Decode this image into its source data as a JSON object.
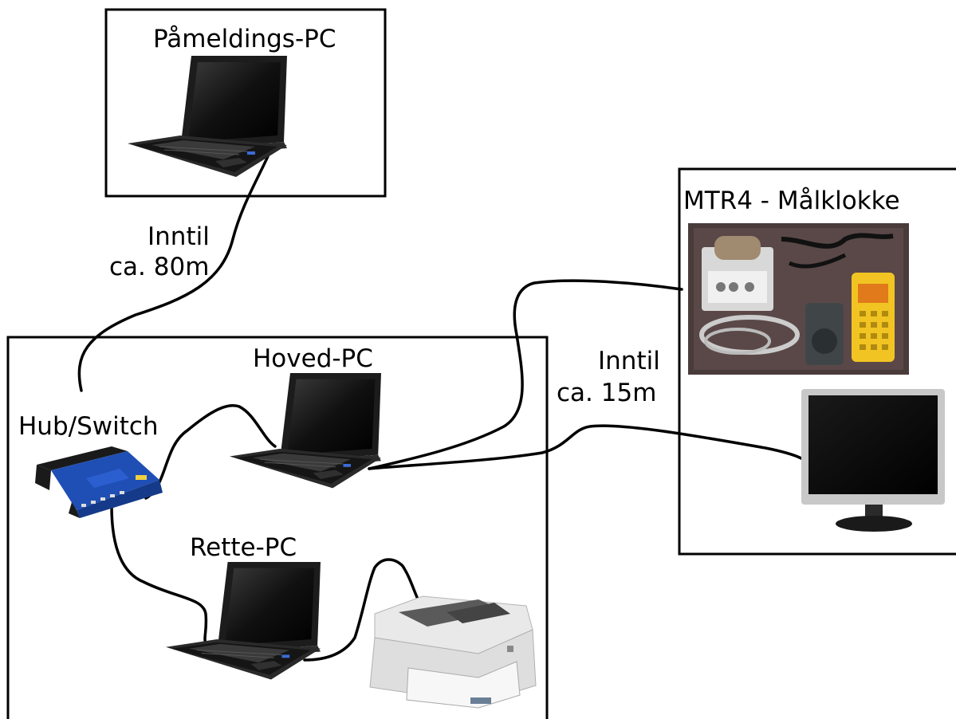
{
  "labels": {
    "registration_pc": "Påmeldings-PC",
    "main_pc": "Hoved-PC",
    "correction_pc": "Rette-PC",
    "hub_switch": "Hub/Switch",
    "finish_clock": "MTR4 - Målklokke",
    "cable_long_line1": "Inntil",
    "cable_long_line2": "ca. 80m",
    "cable_short_line1": "Inntil",
    "cable_short_line2": "ca. 15m"
  },
  "colors": {
    "router_blue": "#1f4fb5",
    "router_dark": "#1a1a1a",
    "laptop_body": "#222222",
    "printer_body": "#e9e9e9",
    "monitor_bezel": "#c8c8c8",
    "mtr4_case": "#4a3b3b",
    "mtr4_unit": "#f2c423"
  }
}
